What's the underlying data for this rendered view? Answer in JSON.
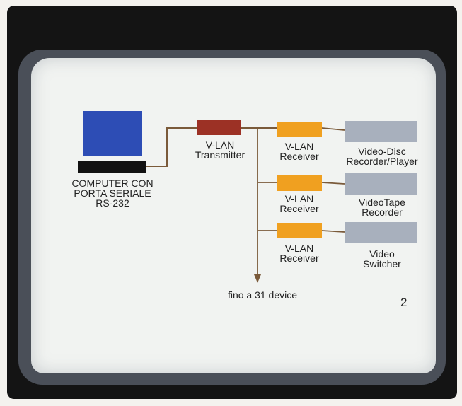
{
  "computer_label": [
    "COMPUTER CON",
    "PORTA SERIALE",
    "RS-232"
  ],
  "transmitter_label": [
    "V-LAN",
    "Transmitter"
  ],
  "receivers": [
    {
      "label": [
        "V-LAN",
        "Receiver"
      ],
      "device": [
        "Video-Disc",
        "Recorder/Player"
      ]
    },
    {
      "label": [
        "V-LAN",
        "Receiver"
      ],
      "device": [
        "VideoTape",
        "Recorder"
      ]
    },
    {
      "label": [
        "V-LAN",
        "Receiver"
      ],
      "device": [
        "Video",
        "Switcher"
      ]
    }
  ],
  "footnote": "fino a 31 device",
  "page_number": "2",
  "colors": {
    "monitor": "#2d4db5",
    "transmitter": "#9c3125",
    "receiver": "#f0a020",
    "device": "#a8b0bd",
    "wire": "#7a5a3a"
  }
}
